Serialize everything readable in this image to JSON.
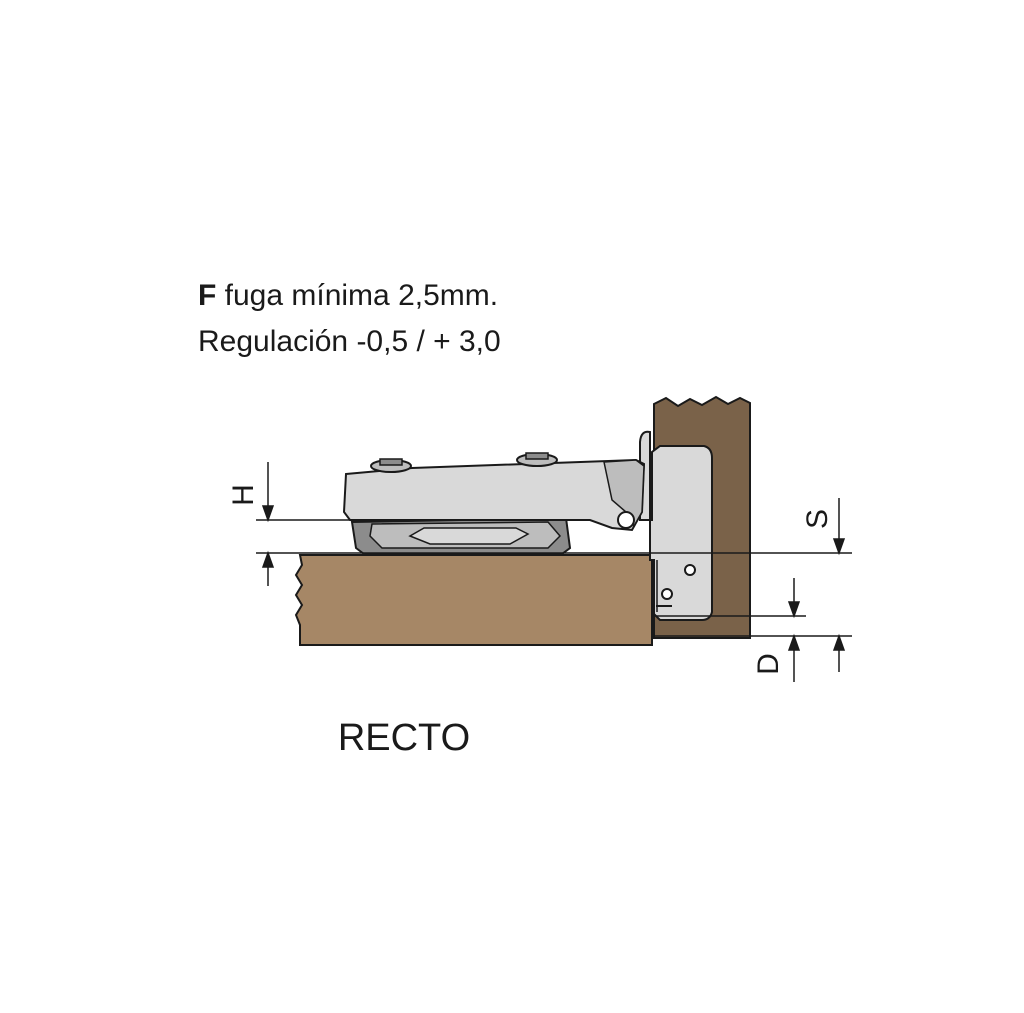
{
  "note": {
    "line1_bold": "F",
    "line1_rest": " fuga mínima 2,5mm.",
    "line2": "Regulación -0,5 / + 3,0"
  },
  "labels": {
    "h": "H",
    "s": "S",
    "d": "D"
  },
  "caption": "RECTO",
  "colors": {
    "wood_door": "#a68766",
    "wood_side": "#7a6249",
    "hinge_light": "#d9d9d9",
    "hinge_mid": "#bdbdbd",
    "hinge_dark": "#8c8c8c",
    "line": "#1a1a1a"
  }
}
